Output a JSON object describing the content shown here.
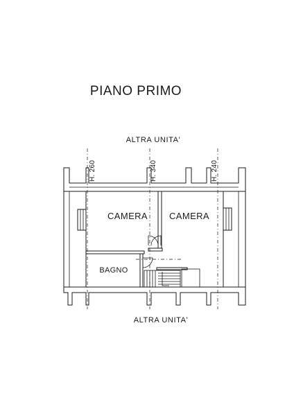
{
  "title": "PIANO PRIMO",
  "neighbor_top": "ALTRA UNITA'",
  "neighbor_bottom": "ALTRA UNITA'",
  "rooms": [
    {
      "id": "camera-left",
      "label": "CAMERA"
    },
    {
      "id": "camera-right",
      "label": "CAMERA"
    },
    {
      "id": "bagno",
      "label": "BAGNO"
    }
  ],
  "heights": [
    {
      "id": "h-left",
      "label": "H. 260"
    },
    {
      "id": "h-middle",
      "label": "H. 340"
    },
    {
      "id": "h-right",
      "label": "H. 240"
    }
  ]
}
